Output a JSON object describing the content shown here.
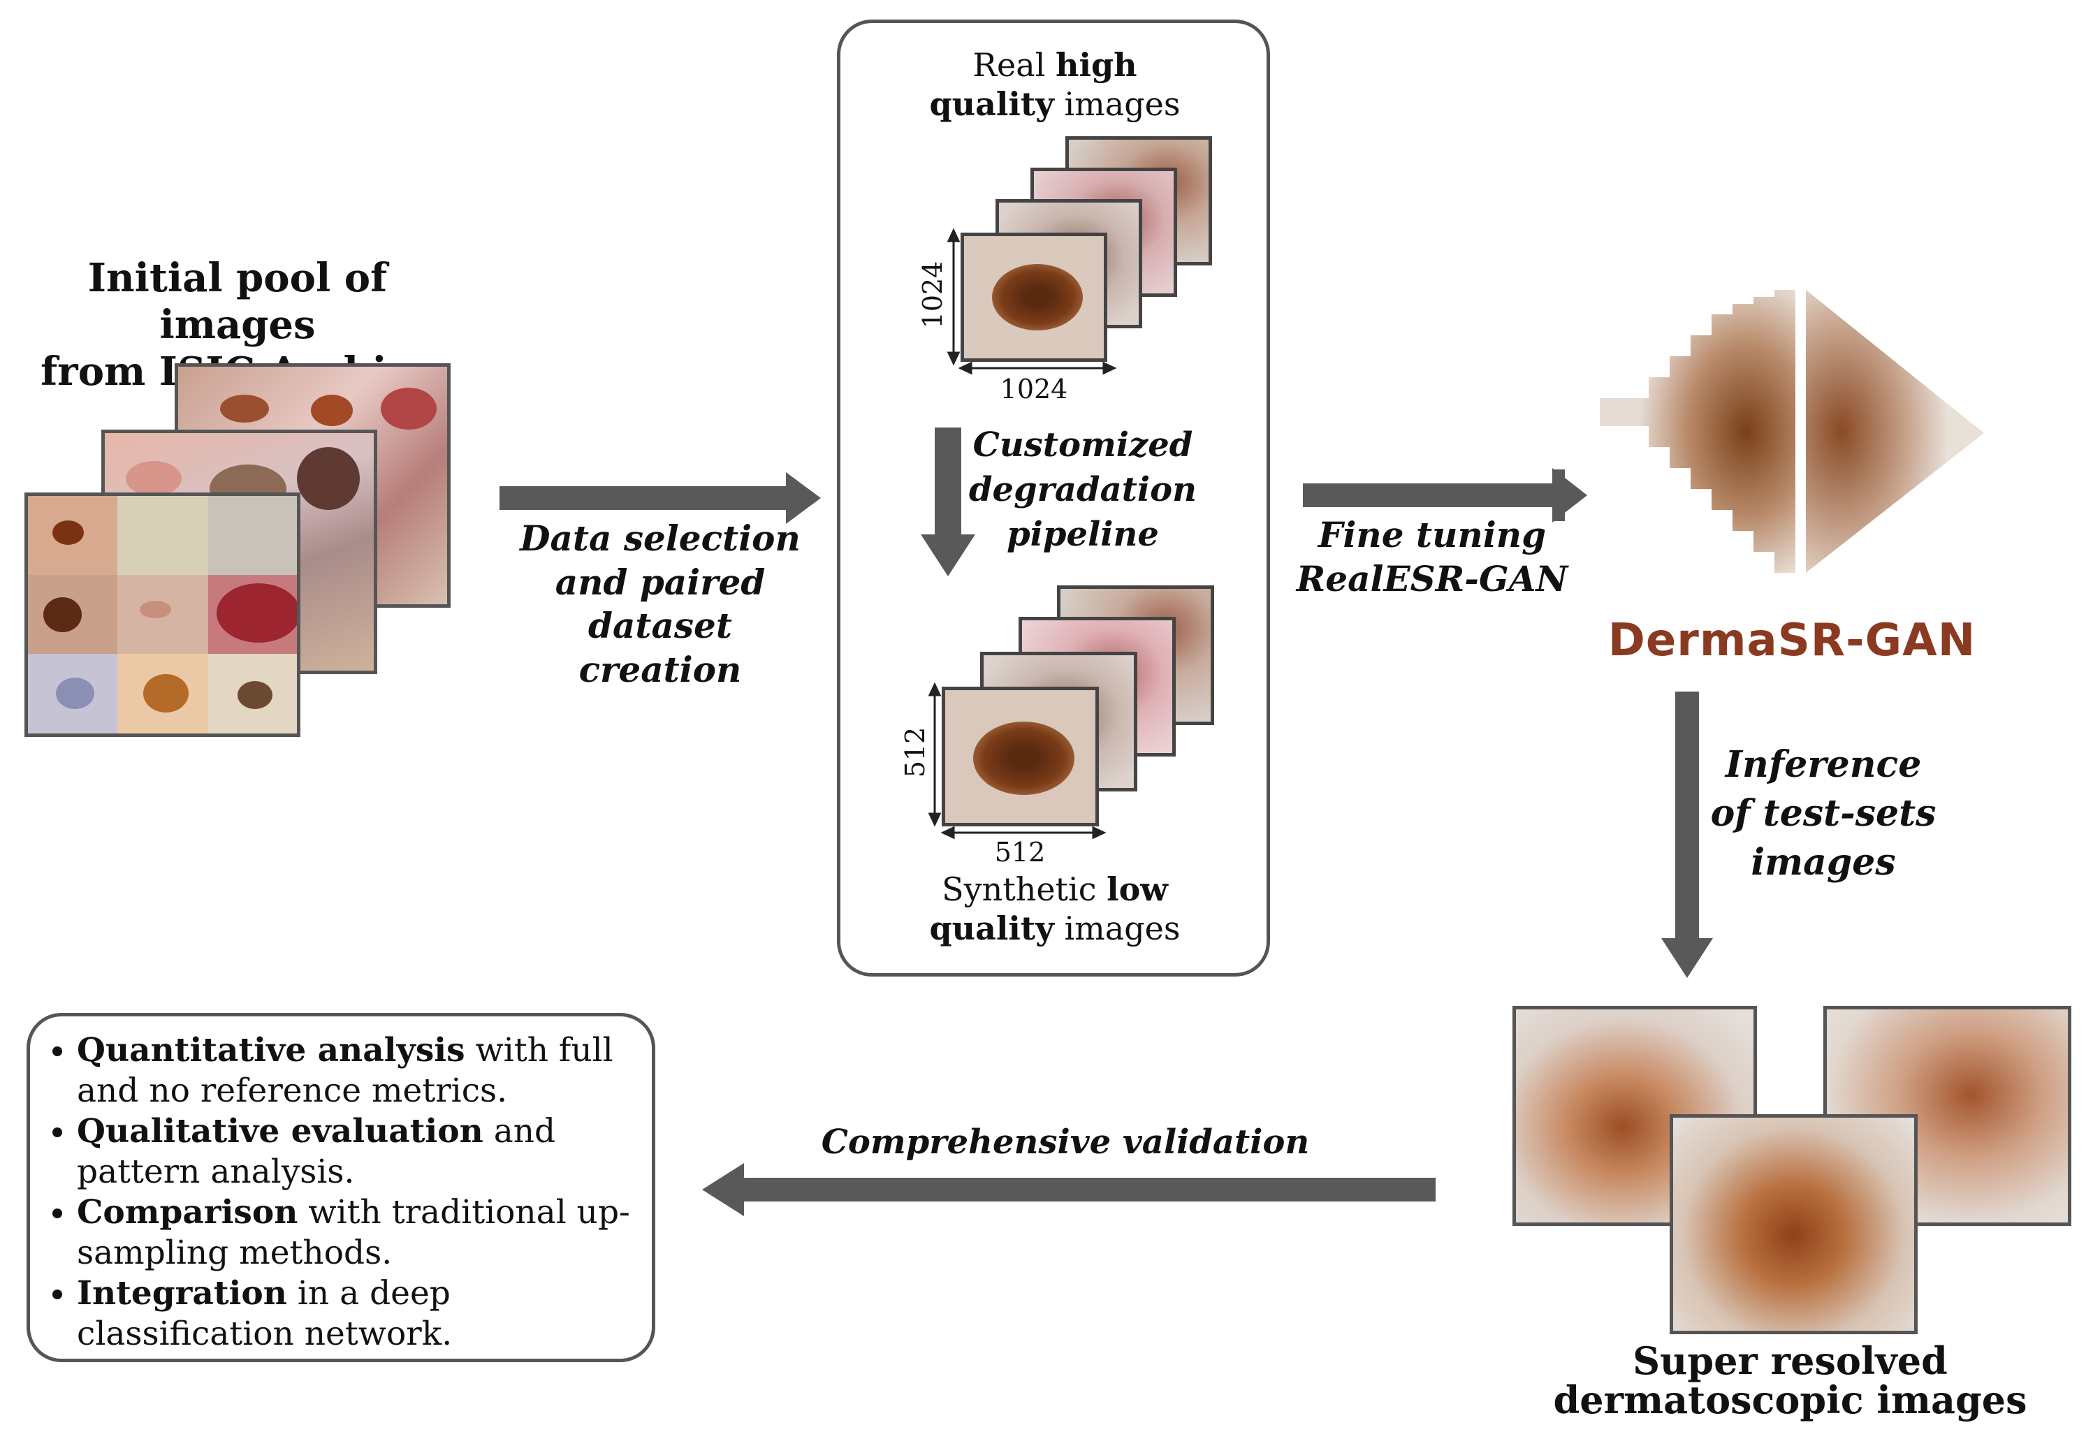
{
  "pool": {
    "title_line1": "Initial pool of images",
    "title_line2": "from ISIC Archive"
  },
  "arrow1": {
    "line1": "Data selection",
    "line2": "and paired dataset",
    "line3": "creation"
  },
  "hq": {
    "text1": "Real ",
    "bold1": "high",
    "bold2": "quality",
    "text2": " images",
    "dim_w": "1024",
    "dim_h": "1024"
  },
  "degradation": {
    "line1": "Customized",
    "line2": "degradation",
    "line3": "pipeline"
  },
  "lq": {
    "text1": "Synthetic ",
    "bold1": "low",
    "bold2": "quality",
    "text2": " images",
    "dim_w": "512",
    "dim_h": "512"
  },
  "arrow2": {
    "line1": "Fine tuning",
    "line2": "RealESR-GAN"
  },
  "model": {
    "name": "DermaSR-GAN"
  },
  "arrow3": {
    "line1": "Inference",
    "line2": "of test-sets",
    "line3": "images"
  },
  "output": {
    "line1": "Super resolved",
    "line2": "dermatoscopic images"
  },
  "arrow4": {
    "label": "Comprehensive validation"
  },
  "validation": {
    "items": [
      {
        "bold": "Quantitative analysis",
        "text": " with full and no reference metrics."
      },
      {
        "bold": "Qualitative evaluation",
        "text": " and pattern analysis."
      },
      {
        "bold": "Comparison",
        "text": " with traditional up-sampling methods."
      },
      {
        "bold": "Integration",
        "text": " in a deep classification network."
      }
    ]
  },
  "colors": {
    "arrow": "#595959",
    "border": "#555555",
    "brand": "#8b3a22",
    "skin": "#d9b9a8",
    "lesion": "#7a3a16"
  }
}
